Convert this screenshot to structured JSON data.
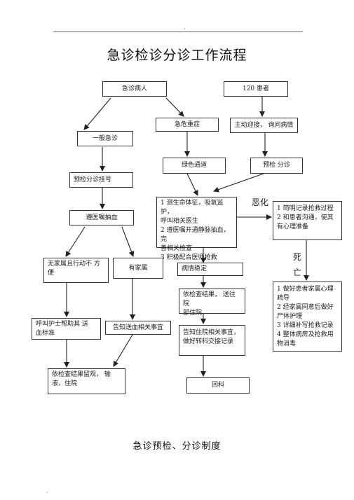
{
  "header_mark": "-",
  "title": "急诊检诊分诊工作流程",
  "nodes": {
    "emergency_patient": "急诊病人",
    "patient_120": "120 患者",
    "general_emergency": "一般急诊",
    "critical": "急危重症",
    "active_meet": "主动迎接，  询问病情",
    "green_channel": "绿色通道",
    "pre_triage": "预检   分诊",
    "triage_register": "预检分诊挂号",
    "doctor_order_blood": "遵医嘱抽血",
    "rescue_steps": [
      "1 测生命体征，吸氧监护，",
      "呼叫相关医生",
      "2 遵医嘱开通静脉抽血，    完",
      "善相关检查",
      "3 积极配合医师抢救"
    ],
    "deterioration_steps": [
      "1 简明记录抢救过程",
      "2 和患者沟通，使其",
      "有心理准备"
    ],
    "no_family": [
      "无家属且行动不     方",
      "便"
    ],
    "has_family": "有家属",
    "stable": "病情稳定",
    "check_results": [
      "依检查结果，    送往院",
      "部住院"
    ],
    "death_steps": [
      "1  做好患者家属心理",
      "疏导",
      "2  经家属同意后做好",
      "尸体护理",
      "3 详细补写抢救记录",
      "4  整体病房及抢救用",
      "物消毒"
    ],
    "call_nurse": [
      "呼叫护士帮助其     送",
      "血标准"
    ],
    "notify_family": "告知送血相关事宜",
    "notify_hospital": [
      "告知住院相关事宜，",
      "做好转科交接记录"
    ],
    "per_results": [
      "依检查结果留观，     输",
      "液，住院"
    ],
    "return_dept": "回科"
  },
  "labels": {
    "deteriorate": "恶化",
    "death": "死\n亡"
  },
  "footer": "急诊预检、分诊制度",
  "bottom_mark": "."
}
